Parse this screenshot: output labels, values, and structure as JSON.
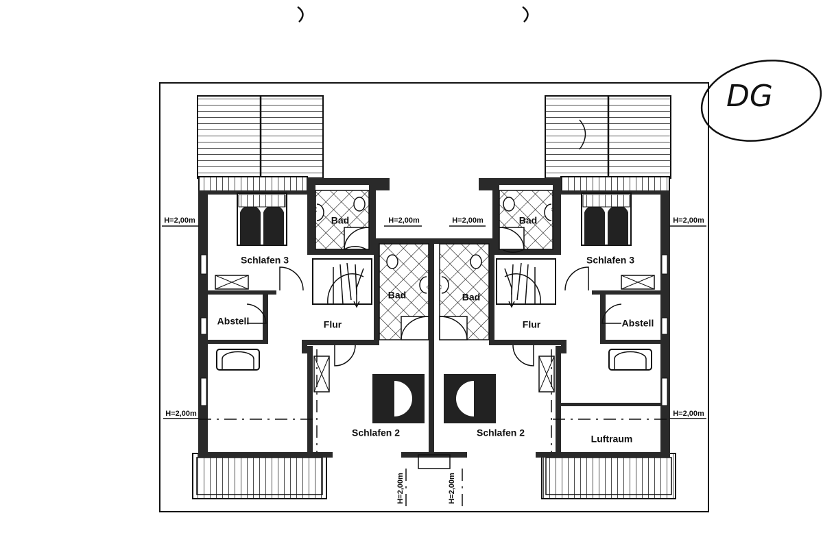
{
  "handwritten_mark": "DG",
  "rooms": {
    "schlafen3_left": "Schlafen 3",
    "schlafen3_right": "Schlafen 3",
    "bad_top_left": "Bad",
    "bad_top_right": "Bad",
    "bad_mid_left": "Bad",
    "bad_mid_right": "Bad",
    "abstell_left": "Abstell",
    "abstell_right": "Abstell",
    "flur_left": "Flur",
    "flur_right": "Flur",
    "schlafen2_left": "Schlafen 2",
    "schlafen2_right": "Schlafen 2",
    "luftraum": "Luftraum"
  },
  "height_labels": {
    "h_left_top": "H=2,00m",
    "h_inner_left": "H=2,00m",
    "h_inner_right": "H=2,00m",
    "h_right_top": "H=2,00m",
    "h_left_bottom": "H=2,00m",
    "h_right_bottom": "H=2,00m",
    "h_vert_left": "H=2,00m",
    "h_vert_right": "H=2,00m"
  }
}
